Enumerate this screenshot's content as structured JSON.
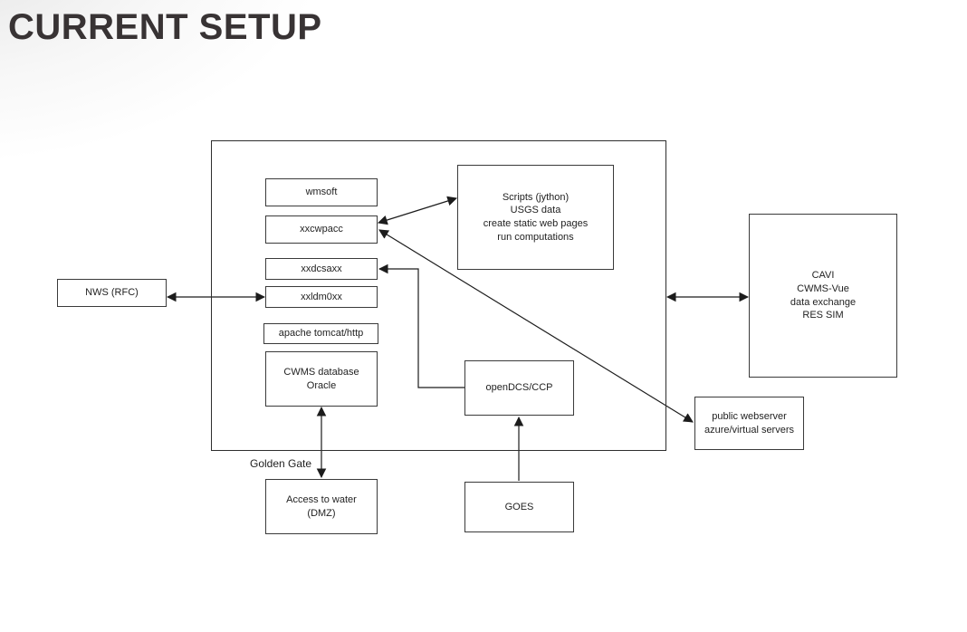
{
  "title": "CURRENT SETUP",
  "nodes": {
    "wmsoft": "wmsoft",
    "xxcwpacc": "xxcwpacc",
    "xxdcsaxx": "xxdcsaxx",
    "xxldm0xx": "xxldm0xx",
    "apache_tomcat": "apache tomcat/http",
    "cwms_database": "CWMS database\nOracle",
    "scripts": "Scripts (jython)\nUSGS data\ncreate static web pages\nrun computations",
    "opendcs": "openDCS/CCP",
    "nws_rfc": "NWS (RFC)",
    "cavi": "CAVI\nCWMS-Vue\ndata exchange\nRES SIM",
    "public_webserver": "public webserver\nazure/virtual servers",
    "access_to_water": "Access to water\n(DMZ)",
    "goes": "GOES"
  },
  "edge_labels": {
    "golden_gate": "Golden Gate"
  },
  "edges": [
    {
      "from": "nws_rfc",
      "to": "xxldm0xx",
      "direction": "bidirectional"
    },
    {
      "from": "system_boundary",
      "to": "cavi",
      "direction": "bidirectional"
    },
    {
      "from": "xxcwpacc",
      "to": "scripts",
      "direction": "bidirectional"
    },
    {
      "from": "xxcwpacc",
      "to": "public_webserver",
      "direction": "bidirectional"
    },
    {
      "from": "opendcs",
      "to": "xxdcsaxx",
      "direction": "one-way"
    },
    {
      "from": "cwms_database",
      "to": "access_to_water",
      "direction": "bidirectional",
      "label": "Golden Gate"
    },
    {
      "from": "goes",
      "to": "opendcs",
      "direction": "one-way"
    }
  ],
  "colors": {
    "line": "#1c1c1c",
    "box_border": "#3a3a3a",
    "title": "#383334",
    "text": "#1f1f1f",
    "background": "#ffffff"
  }
}
